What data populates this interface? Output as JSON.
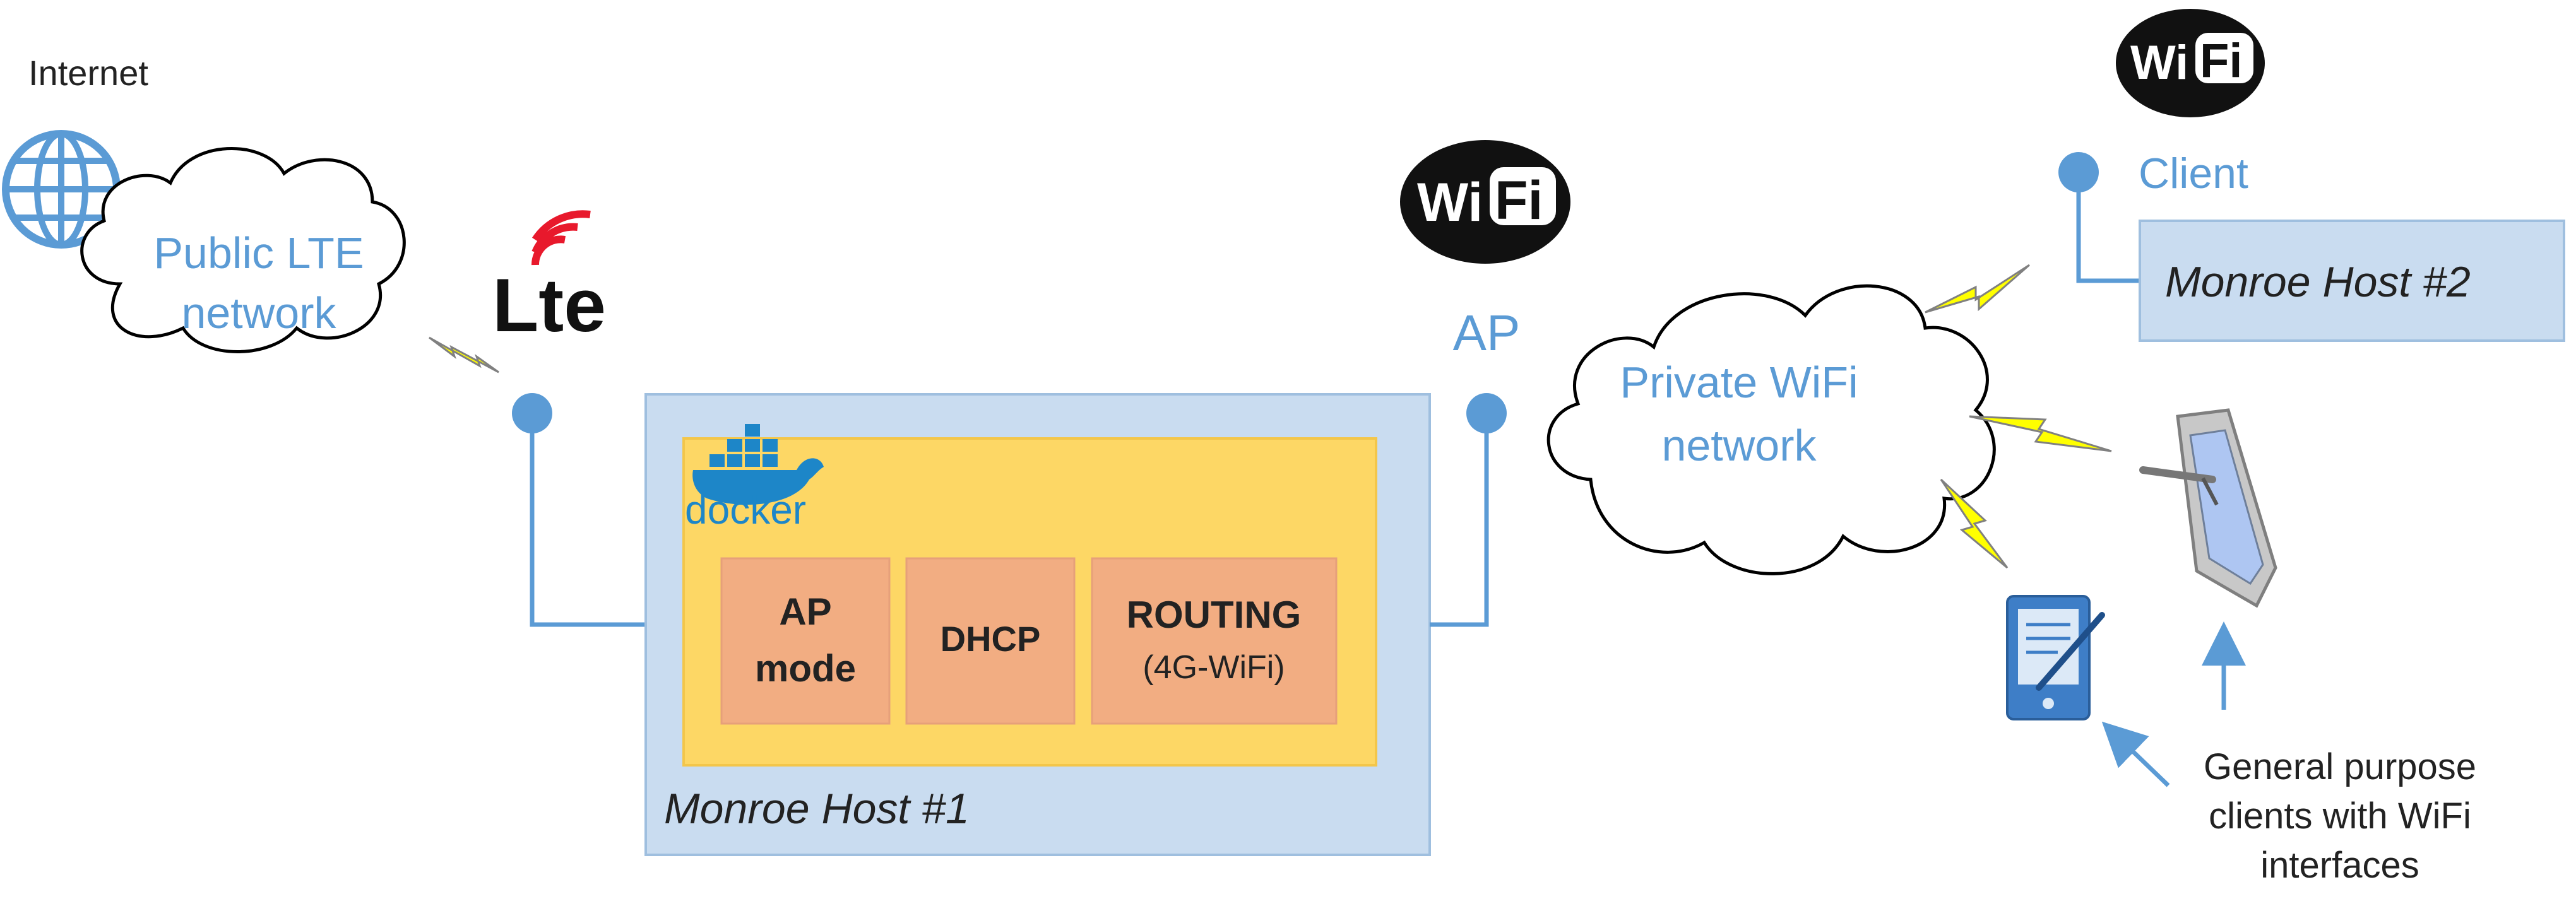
{
  "labels": {
    "internet": "Internet",
    "cloud_public_line1": "Public LTE",
    "cloud_public_line2": "network",
    "lte_logo": "Lte",
    "ap": "AP",
    "cloud_private_line1": "Private WiFi",
    "cloud_private_line2": "network",
    "client": "Client",
    "host2": "Monroe Host #2",
    "host1": "Monroe Host #1",
    "docker": "docker",
    "box_ap_line1": "AP",
    "box_ap_line2": "mode",
    "box_dhcp": "DHCP",
    "box_routing_line1": "ROUTING",
    "box_routing_line2": "(4G-WiFi)",
    "wifi_logo_wi": "Wi",
    "wifi_logo_fi": "Fi",
    "clients_line1": "General purpose",
    "clients_line2": "clients with WiFi",
    "clients_line3": "interfaces"
  },
  "colors": {
    "accent_blue": "#5b9bd5",
    "text_blue": "#5b9bd5",
    "host_fill": "#c9dcf0",
    "host_stroke": "#9fbfdf",
    "docker_fill": "#fdd765",
    "docker_stroke": "#f3c64a",
    "service_fill": "#f2ad82",
    "lightning": "#ffff00",
    "lte_red": "#e8192c"
  }
}
